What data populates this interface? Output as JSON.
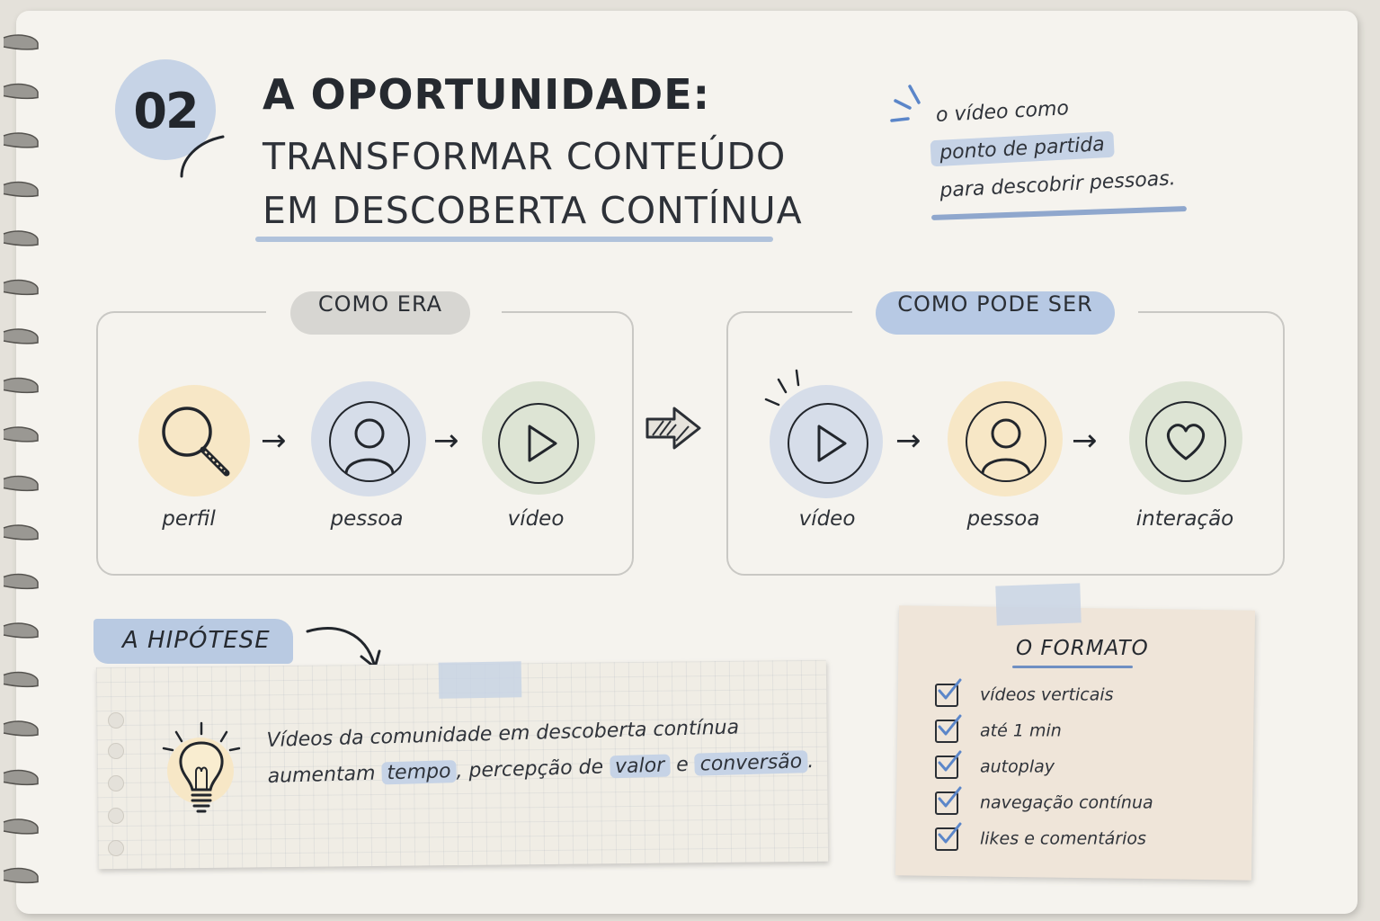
{
  "header": {
    "number": "02",
    "title_line1": "A OPORTUNIDADE:",
    "title_line2": "TRANSFORMAR CONTEÚDO",
    "title_line3": "EM DESCOBERTA CONTÍNUA"
  },
  "side_note": {
    "line1": "o vídeo como",
    "line2": "ponto de partida",
    "line3": "para descobrir pessoas."
  },
  "before": {
    "title": "COMO ERA",
    "steps": [
      {
        "label": "perfil",
        "icon": "search-icon",
        "color": "#f7e7c6"
      },
      {
        "label": "pessoa",
        "icon": "person-icon",
        "color": "#d6dde9"
      },
      {
        "label": "vídeo",
        "icon": "play-icon",
        "color": "#dde4d4"
      }
    ]
  },
  "after": {
    "title": "COMO PODE SER",
    "steps": [
      {
        "label": "vídeo",
        "icon": "play-icon",
        "color": "#d6dde9"
      },
      {
        "label": "pessoa",
        "icon": "person-icon",
        "color": "#f7e7c6"
      },
      {
        "label": "interação",
        "icon": "heart-icon",
        "color": "#dde4d4"
      }
    ]
  },
  "hypothesis": {
    "tag": "A HIPÓTESE",
    "line1": "Vídeos da comunidade em descoberta contínua",
    "line2_start": "aumentam",
    "word_tempo": "tempo",
    "mid1": ", percepção de",
    "word_valor": "valor",
    "mid2": "e",
    "word_conversao": "conversão",
    "end": "."
  },
  "format": {
    "title": "O FORMATO",
    "items": [
      "vídeos verticais",
      "até 1 min",
      "autoplay",
      "navegação contínua",
      "likes e comentários"
    ]
  },
  "colors": {
    "accent_blue": "#b7c9e4",
    "pill_gray": "#d7d6d2",
    "check_blue": "#5b86c9"
  }
}
